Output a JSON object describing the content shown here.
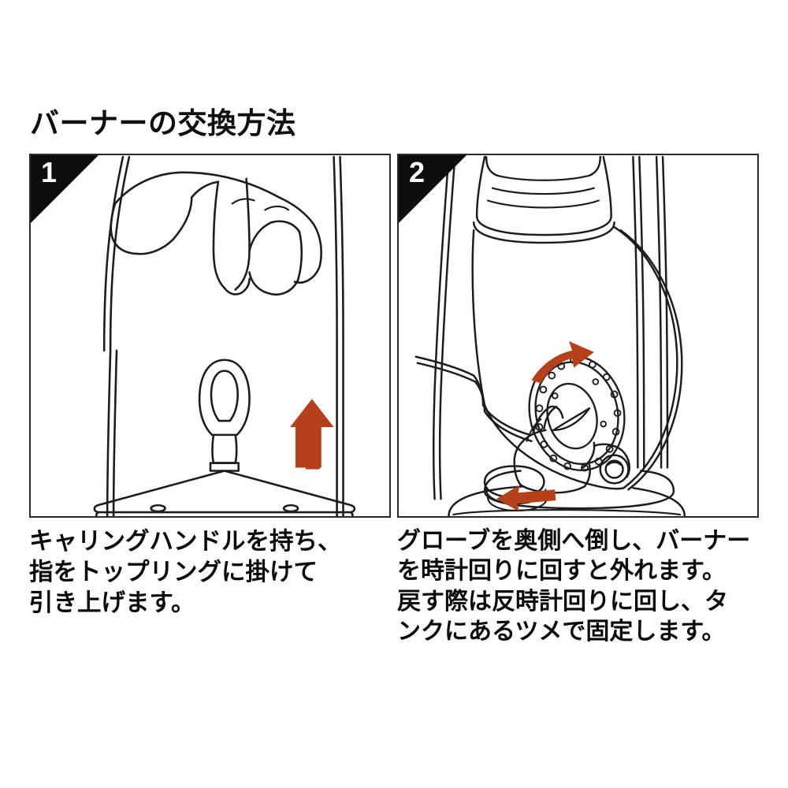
{
  "page": {
    "background_color": "#ffffff",
    "ink_color": "#2b2b2b",
    "accent_color": "#b5401a",
    "badge_color": "#0d0d0d"
  },
  "title": "バーナーの交換方法",
  "panels": [
    {
      "step_number": "1",
      "illustration_name": "hand-lifting-top-ring-illustration",
      "subject": "lantern-top-cap-and-hand",
      "arrow": {
        "name": "up-arrow",
        "direction": "up",
        "color": "#b5401a"
      },
      "caption": "キャリングハンドルを持ち、\n指をトップリングに掛けて\n引き上げます。"
    },
    {
      "step_number": "2",
      "illustration_name": "burner-removal-illustration",
      "subject": "lantern-with-globe-tilted-back",
      "arrows": [
        {
          "name": "globe-tilt-arrow",
          "direction": "up-right-curved",
          "color": "#b5401a"
        },
        {
          "name": "burner-rotate-arrow",
          "direction": "left",
          "color": "#b5401a"
        }
      ],
      "caption": "グローブを奥側へ倒し、バーナー\nを時計回りに回すと外れます。\n戻す際は反時計回りに回し、タ\nンクにあるツメで固定します。"
    }
  ]
}
